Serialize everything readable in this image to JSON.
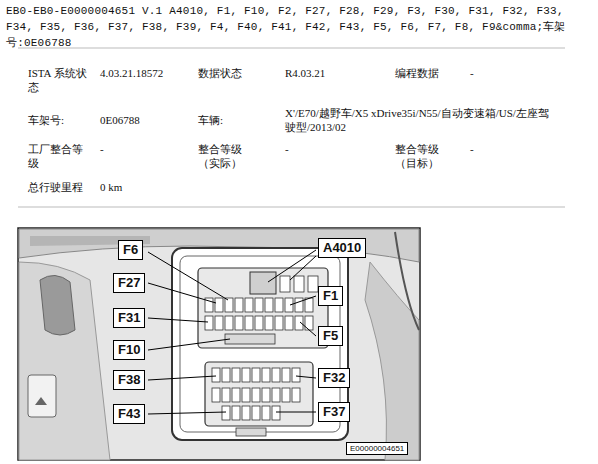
{
  "diagram": {
    "title": "EB0-EB0-E0000004651 V.1 A4010, F1, F10, F2, F27, F28, F29, F3, F30, F31, F32, F33, F34, F35, F36, F37, F38, F39, F4, F40, F41, F42, F43, F5, F6, F7, F8, F9&comma;车架号:0E06788",
    "labels": [
      "ISTA 系统状态",
      "4.03.21.18572",
      "数据状态",
      "R4.03.21",
      "编程数据",
      "-",
      "车架号:",
      "0E06788",
      "车辆:",
      "X'/E70/越野车/X5 xDrive35i/N55/自动变速箱/US/左座驾驶型/2013/02",
      "工厂整合等级",
      "-",
      "整合等级（实际）",
      "-",
      "整合等级（目标）",
      "-",
      "总行驶里程",
      "0 km",
      "F6",
      "A4010",
      "F27",
      "F1",
      "F31",
      "F5",
      "F10",
      "F38",
      "F32",
      "F43",
      "F37",
      "E00000004651"
    ]
  }
}
